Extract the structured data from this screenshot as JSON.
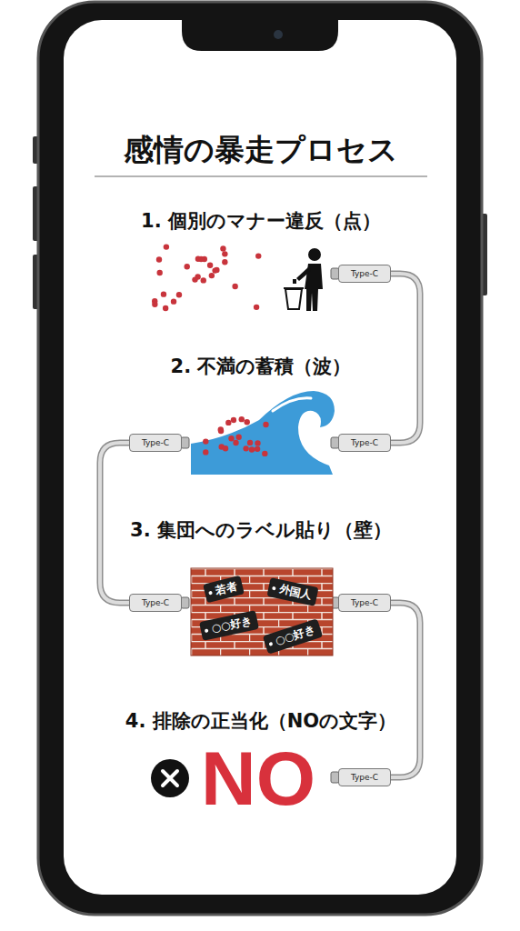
{
  "diagram": {
    "title": "感情の暴走プロセス",
    "nodes": [
      {
        "text": [
          "若者"
        ]
      },
      {
        "text": [
          "外国人"
        ]
      },
      {
        "text": [
          "○○好き"
        ]
      },
      {
        "text": [
          "○○好き"
        ]
      }
    ],
    "labels": [
      "1. 個別のマナー違反（点）",
      "2. 不満の蓄積（波）",
      "3. 集団へのラベル貼り（壁）",
      "4. 排除の正当化（NOの文字）",
      "Type-C",
      "Type-C",
      "Type-C",
      "Type-C",
      "Type-C",
      "Type-C",
      "NO"
    ]
  }
}
